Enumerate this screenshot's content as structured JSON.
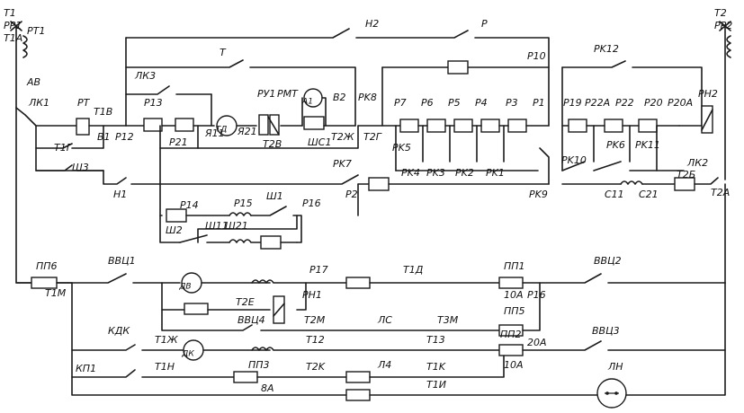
{
  "labels": [
    {
      "id": "T1",
      "text": "T1"
    },
    {
      "id": "PP1",
      "text": "PP1"
    },
    {
      "id": "T1A",
      "text": "T1A"
    },
    {
      "id": "PT1",
      "text": "PT1"
    },
    {
      "id": "AB",
      "text": "AB"
    },
    {
      "id": "LK1",
      "text": "ЛК1"
    },
    {
      "id": "PT",
      "text": "PT"
    },
    {
      "id": "T1B",
      "text": "T1B"
    },
    {
      "id": "T1G",
      "text": "T1Г"
    },
    {
      "id": "B1",
      "text": "B1"
    },
    {
      "id": "P12",
      "text": "P12"
    },
    {
      "id": "P13",
      "text": "P13"
    },
    {
      "id": "P21",
      "text": "P21"
    },
    {
      "id": "YA11",
      "text": "Я11"
    },
    {
      "id": "TD",
      "text": "ТД"
    },
    {
      "id": "YA21",
      "text": "Я21"
    },
    {
      "id": "PY1",
      "text": "PУ1"
    },
    {
      "id": "PMT",
      "text": "PMT"
    },
    {
      "id": "A1",
      "text": "A1"
    },
    {
      "id": "T2B",
      "text": "T2B"
    },
    {
      "id": "SH1",
      "text": "ШС1"
    },
    {
      "id": "B2",
      "text": "B2"
    },
    {
      "id": "T2ZH",
      "text": "T2Ж"
    },
    {
      "id": "LK3",
      "text": "ЛК3"
    },
    {
      "id": "T",
      "text": "T"
    },
    {
      "id": "H2",
      "text": "H2"
    },
    {
      "id": "P",
      "text": "P"
    },
    {
      "id": "SH3",
      "text": "Ш3"
    },
    {
      "id": "H1",
      "text": "H1"
    },
    {
      "id": "PK8",
      "text": "PK8"
    },
    {
      "id": "T2G",
      "text": "T2Г"
    },
    {
      "id": "P7",
      "text": "P7"
    },
    {
      "id": "P6",
      "text": "P6"
    },
    {
      "id": "P5",
      "text": "P5"
    },
    {
      "id": "P4",
      "text": "P4"
    },
    {
      "id": "P3",
      "text": "P3"
    },
    {
      "id": "P1",
      "text": "P1"
    },
    {
      "id": "P10",
      "text": "P10"
    },
    {
      "id": "PK5",
      "text": "PK5"
    },
    {
      "id": "PK7",
      "text": "PK7"
    },
    {
      "id": "P2",
      "text": "P2"
    },
    {
      "id": "PK4",
      "text": "PK4"
    },
    {
      "id": "PK3",
      "text": "PK3"
    },
    {
      "id": "PK2",
      "text": "PK2"
    },
    {
      "id": "PK1",
      "text": "PK1"
    },
    {
      "id": "PK9",
      "text": "PK9"
    },
    {
      "id": "PK12",
      "text": "PK12"
    },
    {
      "id": "P19",
      "text": "P19"
    },
    {
      "id": "P22A",
      "text": "P22A"
    },
    {
      "id": "P22",
      "text": "P22"
    },
    {
      "id": "P20",
      "text": "P20"
    },
    {
      "id": "P20A",
      "text": "P20A"
    },
    {
      "id": "PH2",
      "text": "PH2"
    },
    {
      "id": "PK6",
      "text": "PK6"
    },
    {
      "id": "PK11",
      "text": "PK11"
    },
    {
      "id": "PK10",
      "text": "PK10"
    },
    {
      "id": "LK2",
      "text": "ЛК2"
    },
    {
      "id": "C11",
      "text": "C11"
    },
    {
      "id": "C21",
      "text": "C21"
    },
    {
      "id": "T2B2",
      "text": "T2Б"
    },
    {
      "id": "T2A",
      "text": "T2A"
    },
    {
      "id": "T2",
      "text": "T2"
    },
    {
      "id": "PP2",
      "text": "PP2"
    },
    {
      "id": "P14",
      "text": "P14"
    },
    {
      "id": "P15",
      "text": "P15"
    },
    {
      "id": "SH1b",
      "text": "Ш1"
    },
    {
      "id": "P16a",
      "text": "P16"
    },
    {
      "id": "SH2",
      "text": "Ш2"
    },
    {
      "id": "SH11",
      "text": "Ш11"
    },
    {
      "id": "SH21",
      "text": "Ш21"
    },
    {
      "id": "PP6",
      "text": "ПП6"
    },
    {
      "id": "T1M",
      "text": "T1M"
    },
    {
      "id": "BBC1",
      "text": "BBЦ1"
    },
    {
      "id": "DV",
      "text": "ДВ"
    },
    {
      "id": "P17",
      "text": "P17"
    },
    {
      "id": "T1D",
      "text": "T1Д"
    },
    {
      "id": "PP1b",
      "text": "ПП1"
    },
    {
      "id": "A10",
      "text": "10A"
    },
    {
      "id": "P16b",
      "text": "P16"
    },
    {
      "id": "BBC2",
      "text": "BBЦ2"
    },
    {
      "id": "T2E",
      "text": "T2E"
    },
    {
      "id": "PH1",
      "text": "PH1"
    },
    {
      "id": "BBC4",
      "text": "BBЦ4"
    },
    {
      "id": "T2M",
      "text": "T2M"
    },
    {
      "id": "LS",
      "text": "ЛС"
    },
    {
      "id": "T3M",
      "text": "T3M"
    },
    {
      "id": "PP5",
      "text": "ПП5"
    },
    {
      "id": "A20",
      "text": "20A"
    },
    {
      "id": "KDK",
      "text": "КДК"
    },
    {
      "id": "T1ZH",
      "text": "T1Ж"
    },
    {
      "id": "DK",
      "text": "ДК"
    },
    {
      "id": "T12",
      "text": "T12"
    },
    {
      "id": "T13",
      "text": "T13"
    },
    {
      "id": "PP2b",
      "text": "ПП2"
    },
    {
      "id": "BBC3",
      "text": "BBЦ3"
    },
    {
      "id": "KP1",
      "text": "КП1"
    },
    {
      "id": "T1H",
      "text": "T1H"
    },
    {
      "id": "PP3",
      "text": "ПП3"
    },
    {
      "id": "T2K",
      "text": "T2K"
    },
    {
      "id": "L4",
      "text": "Л4"
    },
    {
      "id": "T1K",
      "text": "T1K"
    },
    {
      "id": "A10b",
      "text": "10A"
    },
    {
      "id": "LN",
      "text": "ЛН"
    },
    {
      "id": "A8",
      "text": "8A"
    },
    {
      "id": "T1I",
      "text": "T1И"
    }
  ]
}
